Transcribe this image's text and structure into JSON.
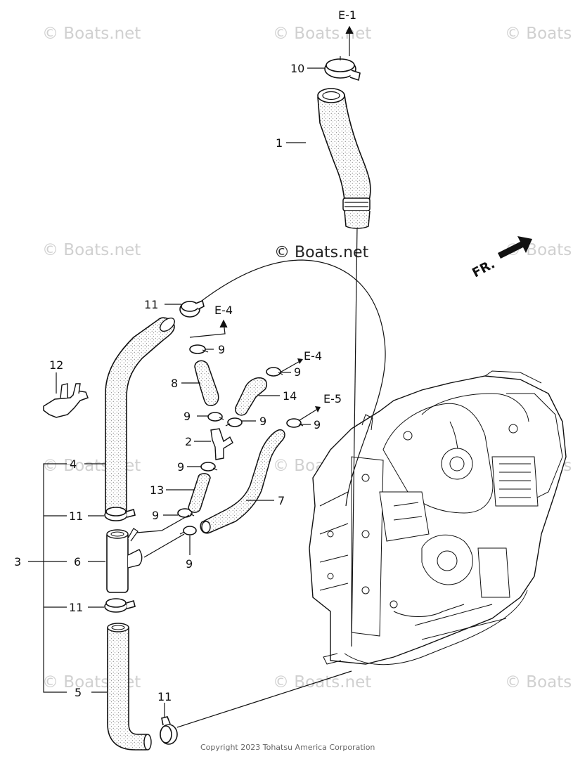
{
  "watermark_text": "© Boats.net",
  "watermark_short": "© Boats",
  "watermark_main": "© Boats.net",
  "copyright": "Copyright 2023 Tohatsu America Corporation",
  "direction_label": "FR.",
  "refs": {
    "e1": "E-1",
    "e4_top": "E-4",
    "e4_right": "E-4",
    "e5": "E-5"
  },
  "callouts": {
    "c1": "1",
    "c2": "2",
    "c3": "3",
    "c4": "4",
    "c5": "5",
    "c6": "6",
    "c7": "7",
    "c8": "8",
    "c9a": "9",
    "c9b": "9",
    "c9c": "9",
    "c9d": "9",
    "c9e": "9",
    "c9f": "9",
    "c9g": "9",
    "c9h": "9",
    "c10": "10",
    "c11a": "11",
    "c11b": "11",
    "c11c": "11",
    "c11d": "11",
    "c12": "12",
    "c13": "13",
    "c14": "14"
  }
}
